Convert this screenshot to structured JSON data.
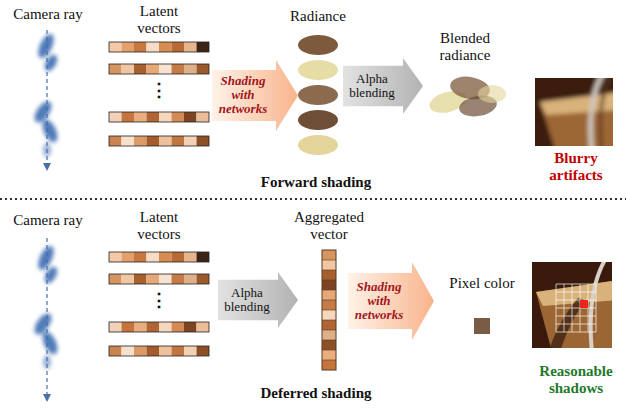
{
  "diagram": {
    "nodes": [
      {
        "text": [
          "Shading with networks"
        ]
      },
      {
        "text": [
          "Alpha blending"
        ]
      },
      {
        "text": [
          "Alpha blending"
        ]
      },
      {
        "text": [
          "Shading with networks"
        ]
      }
    ],
    "labels": [
      "Camera ray",
      "Latent vectors",
      "⋮",
      "Radiance",
      "Blended radiance",
      "Blurry artifacts",
      "Forward shading",
      "Camera ray",
      "Latent vectors",
      "⋮",
      "Aggregated vector",
      "Pixel color",
      "Reasonable shadows",
      "Deferred shading"
    ]
  }
}
